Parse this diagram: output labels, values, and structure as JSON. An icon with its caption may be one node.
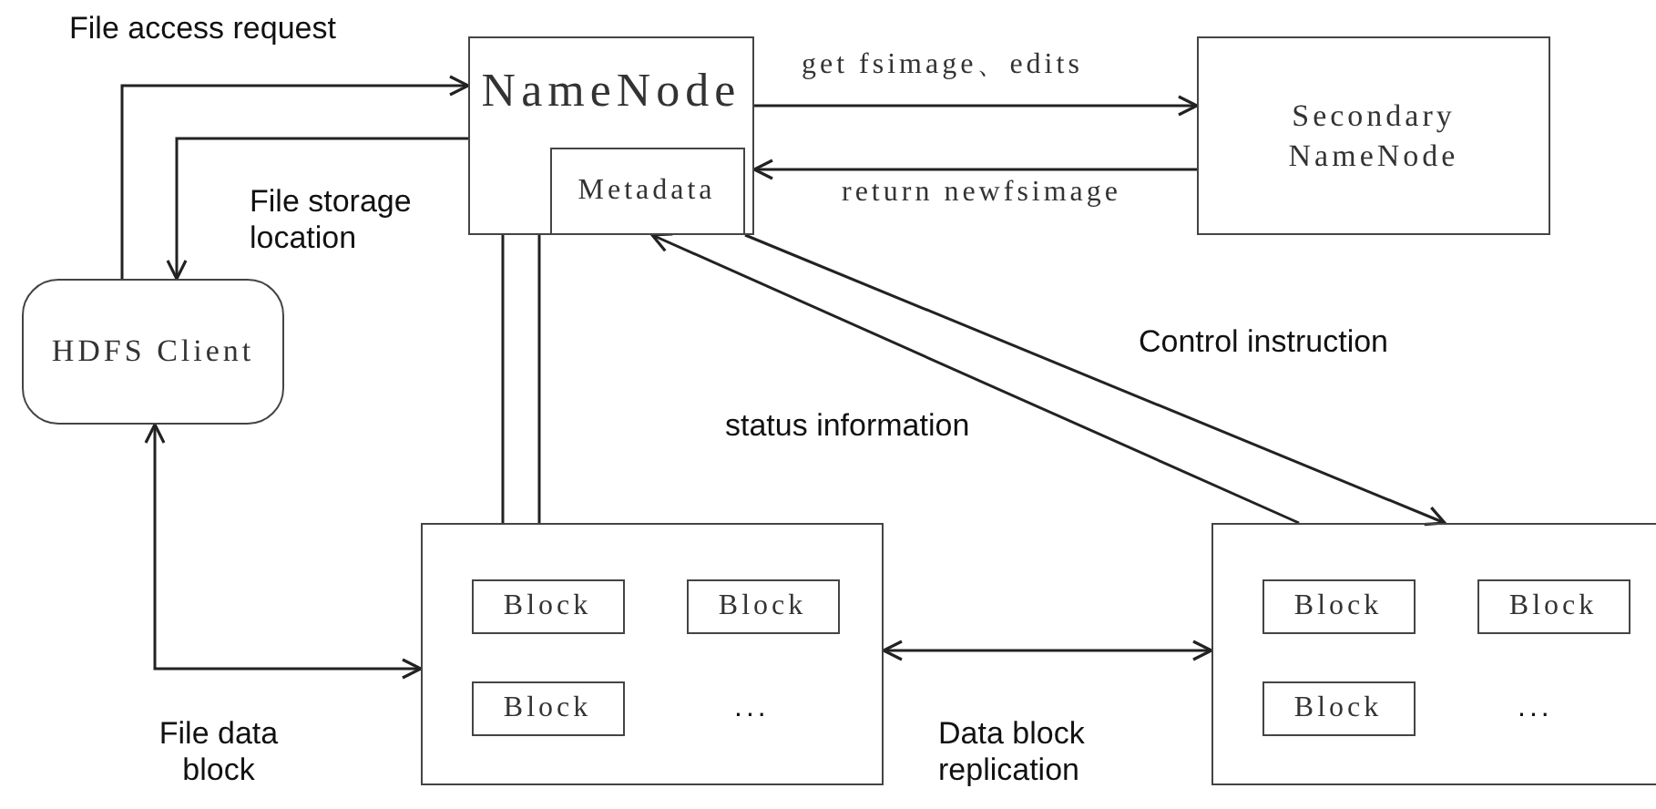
{
  "diagram": {
    "nodes": [
      {
        "text": [
          "NameNode"
        ]
      },
      {
        "text": [
          "Metadata"
        ],
        "in": 0
      },
      {
        "text": [
          "Secondary NameNode"
        ]
      },
      {
        "text": [
          "HDFS Client"
        ]
      },
      {
        "text": [],
        "shape": "box"
      },
      {
        "text": [
          "Block"
        ],
        "in": 4
      },
      {
        "text": [
          "Block"
        ],
        "in": 4
      },
      {
        "text": [
          "Block"
        ],
        "in": 4
      },
      {
        "text": [],
        "shape": "box"
      },
      {
        "text": [
          "Block"
        ],
        "in": 8
      },
      {
        "text": [
          "Block"
        ],
        "in": 8
      },
      {
        "text": [
          "Block"
        ],
        "in": 8
      }
    ],
    "edges": [
      {
        "from": 3,
        "to": 0,
        "arrow": "to",
        "label": "File access request"
      },
      {
        "from": 0,
        "to": 3,
        "arrow": "to",
        "label": "File storage location"
      },
      {
        "from": 0,
        "to": 2,
        "arrow": "to",
        "label": "get fsimage、edits"
      },
      {
        "from": 2,
        "to": 0,
        "arrow": "to",
        "label": "return newfsimage"
      },
      {
        "from": 0,
        "to": 4,
        "arrow": "none"
      },
      {
        "from": 0,
        "to": 4,
        "arrow": "none"
      },
      {
        "from": 8,
        "to": 1,
        "arrow": "to",
        "label": "status information"
      },
      {
        "from": 1,
        "to": 8,
        "arrow": "to",
        "label": "Control instruction"
      },
      {
        "from": 3,
        "to": 4,
        "arrow": "both",
        "label": "File data block"
      },
      {
        "from": 4,
        "to": 8,
        "arrow": "both",
        "label": "Data block replication"
      }
    ],
    "labels": [
      "...",
      "..."
    ]
  }
}
